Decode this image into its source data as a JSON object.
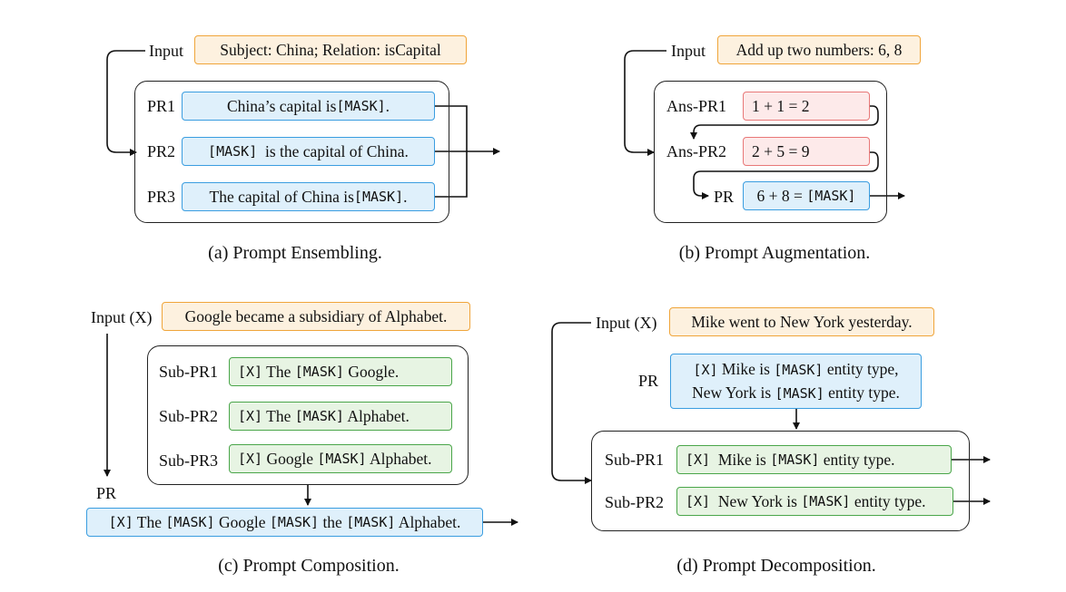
{
  "panel_a": {
    "caption": "(a) Prompt Ensembling.",
    "input_label": "Input",
    "input_text": "Subject: China; Relation: isCapital",
    "pr1_label": "PR1",
    "pr1_pre": "China’s capital is ",
    "pr1_mask": "[MASK]",
    "pr1_post": ".",
    "pr2_label": "PR2",
    "pr2_mask": "[MASK]",
    "pr2_post": "  is the capital of China.",
    "pr3_label": "PR3",
    "pr3_pre": "The capital of China is ",
    "pr3_mask": "[MASK]",
    "pr3_post": "."
  },
  "panel_b": {
    "caption": "(b) Prompt Augmentation.",
    "input_label": "Input",
    "input_text": "Add up two numbers: 6, 8",
    "ans_pr1_label": "Ans-PR1",
    "ans_pr1_text": "1 + 1 = 2",
    "ans_pr2_label": "Ans-PR2",
    "ans_pr2_text": "2 + 5 = 9",
    "pr_label": "PR",
    "pr_pre": "6 + 8 = ",
    "pr_mask": "[MASK]"
  },
  "panel_c": {
    "caption": "(c) Prompt Composition.",
    "input_label": "Input (X)",
    "input_text": "Google became a subsidiary of Alphabet.",
    "sub1_label": "Sub-PR1",
    "sub1_x": "[X]",
    "sub1_a": " The ",
    "sub1_mask": "[MASK]",
    "sub1_b": " Google.",
    "sub2_label": "Sub-PR2",
    "sub2_x": "[X]",
    "sub2_a": " The ",
    "sub2_mask": "[MASK]",
    "sub2_b": " Alphabet.",
    "sub3_label": "Sub-PR3",
    "sub3_x": "[X]",
    "sub3_a": " Google ",
    "sub3_mask": "[MASK]",
    "sub3_b": " Alphabet.",
    "pr_label": "PR",
    "pr_x": "[X]",
    "pr_a": " The ",
    "pr_mask1": "[MASK]",
    "pr_b": " Google ",
    "pr_mask2": "[MASK]",
    "pr_c": " the ",
    "pr_mask3": "[MASK]",
    "pr_d": " Alphabet."
  },
  "panel_d": {
    "caption": "(d) Prompt Decomposition.",
    "input_label": "Input (X)",
    "input_text": "Mike went to New York yesterday.",
    "pr_label": "PR",
    "pr_l1_x": "[X]",
    "pr_l1_a": " Mike is ",
    "pr_l1_mask": "[MASK]",
    "pr_l1_b": " entity type,",
    "pr_l2_a": "New York is ",
    "pr_l2_mask": "[MASK]",
    "pr_l2_b": " entity type.",
    "sub1_label": "Sub-PR1",
    "sub1_x": "[X]",
    "sub1_a": "  Mike is ",
    "sub1_mask": "[MASK]",
    "sub1_b": " entity type.",
    "sub2_label": "Sub-PR2",
    "sub2_x": "[X]",
    "sub2_a": "  New York is ",
    "sub2_mask": "[MASK]",
    "sub2_b": " entity type."
  }
}
